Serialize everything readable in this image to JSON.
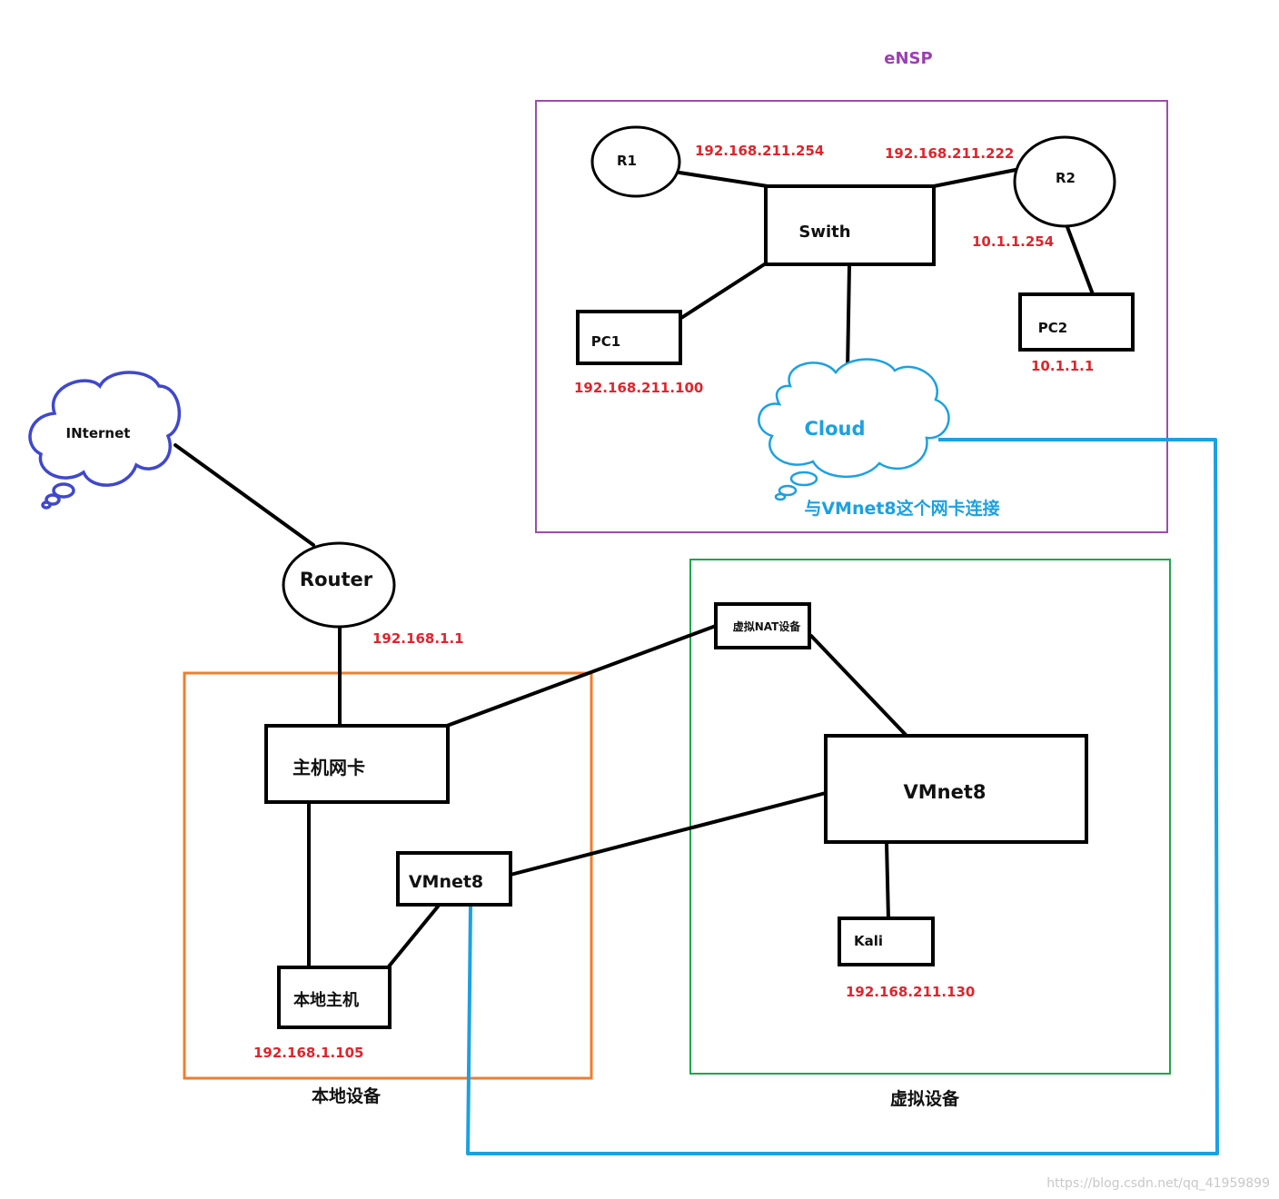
{
  "title": "eNSP",
  "groups": {
    "ensp": "eNSP",
    "local": "本地设备",
    "virtual": "虚拟设备"
  },
  "nodes": {
    "r1": "R1",
    "r2": "R2",
    "switch": "Swith",
    "pc1": "PC1",
    "pc2": "PC2",
    "cloud": "Cloud",
    "internet": "INternet",
    "router": "Router",
    "host_nic": "主机网卡",
    "local_vmnet8": "VMnet8",
    "local_host": "本地主机",
    "nat_device": "虚拟NAT设备",
    "vmnet8": "VMnet8",
    "kali": "Kali"
  },
  "ips": {
    "r1": "192.168.211.254",
    "r2_left": "192.168.211.222",
    "r2_right": "10.1.1.254",
    "pc1": "192.168.211.100",
    "pc2": "10.1.1.1",
    "router": "192.168.1.1",
    "local_host": "192.168.1.105",
    "kali": "192.168.211.130"
  },
  "notes": {
    "cloud_note": "与VMnet8这个网卡连接",
    "watermark": "https://blog.csdn.net/qq_41959899"
  },
  "colors": {
    "ensp_border": "#9b4fa8",
    "local_border": "#f07d2e",
    "virtual_border": "#1fa64a",
    "cloud_blue": "#1ba1e2",
    "internet_blue": "#3f48cc",
    "ip_red": "#e0242b",
    "title_purple": "#9b3fb0"
  }
}
